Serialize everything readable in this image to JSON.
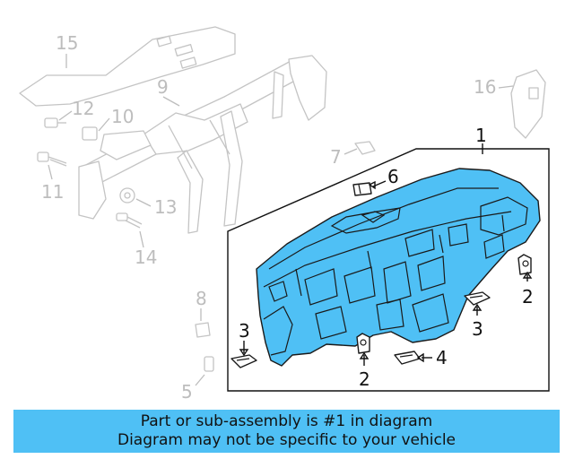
{
  "colors": {
    "highlight": "#4fc0f5",
    "ghost_lines": "#c4c4c4",
    "callout_gray": "#bdbdbd",
    "callout_dark": "#111111"
  },
  "callouts": {
    "c1": "1",
    "c2a": "2",
    "c2b": "2",
    "c3a": "3",
    "c3b": "3",
    "c4": "4",
    "c5": "5",
    "c6": "6",
    "c7": "7",
    "c8": "8",
    "c9": "9",
    "c10": "10",
    "c11": "11",
    "c12": "12",
    "c13": "13",
    "c14": "14",
    "c15": "15",
    "c16": "16"
  },
  "banner": {
    "line1": "Part or sub-assembly is #1 in diagram",
    "line2": "Diagram may not be specific to your vehicle"
  }
}
